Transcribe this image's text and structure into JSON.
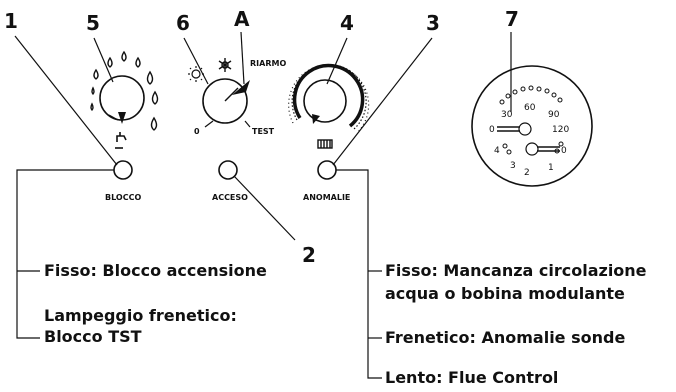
{
  "callouts": {
    "n1": "1",
    "n5": "5",
    "n6": "6",
    "nA": "A",
    "n4": "4",
    "n3": "3",
    "n7": "7",
    "n2": "2"
  },
  "panel": {
    "blocco": "BLOCCO",
    "acceso": "ACCESO",
    "anomalie": "ANOMALIE",
    "risparmio": "RIARMO",
    "zero": "0",
    "test": "TEST"
  },
  "gauge": {
    "t30": "30",
    "t60": "60",
    "t90": "90",
    "t120": "120",
    "t0": "0",
    "p4": "4",
    "p3": "3",
    "p2": "2",
    "p1": "1",
    "p0": "0"
  },
  "notes": {
    "blocco_fisso": "Fisso: Blocco accensione",
    "blocco_lamp_1": "Lampeggio frenetico:",
    "blocco_lamp_2": "Blocco TST",
    "anom_fisso_1": "Fisso:  Mancanza circolazione",
    "anom_fisso_2": "acqua o bobina modulante",
    "anom_frenetico": "Frenetico: Anomalie sonde",
    "anom_lento": "Lento: Flue Control"
  }
}
